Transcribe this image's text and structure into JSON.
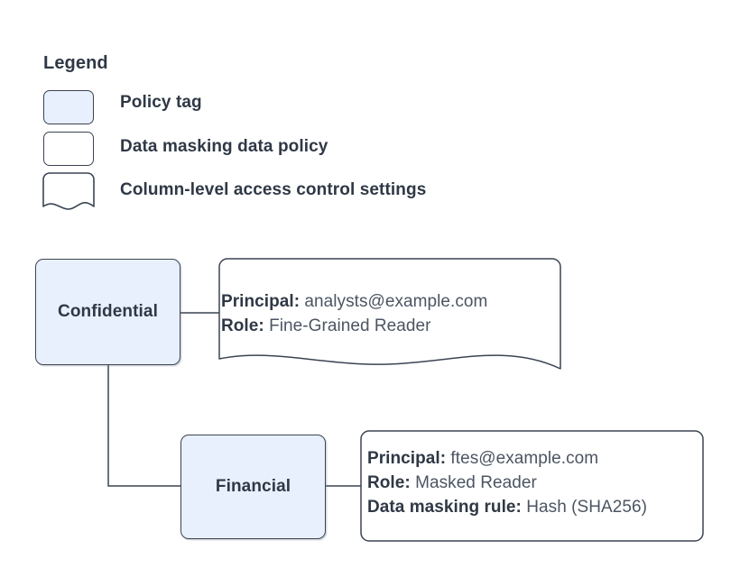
{
  "legend": {
    "title": "Legend",
    "items": [
      {
        "label": "Policy tag",
        "swatch": "filled-rounded-rect",
        "icon_name": "policy-tag-swatch"
      },
      {
        "label": "Data masking data policy",
        "swatch": "plain-rounded-rect",
        "icon_name": "data-policy-swatch"
      },
      {
        "label": "Column-level access control settings",
        "swatch": "wavy-bottom-rect",
        "icon_name": "access-control-swatch"
      }
    ]
  },
  "nodes": [
    {
      "id": "confidential",
      "label": "Confidential",
      "type": "policy-tag"
    },
    {
      "id": "financial",
      "label": "Financial",
      "type": "policy-tag"
    }
  ],
  "callouts": [
    {
      "id": "confidential-settings",
      "shape": "wavy-bottom-rect",
      "lines": [
        {
          "key": "Principal:",
          "value": "analysts@example.com"
        },
        {
          "key": "Role:",
          "value": "Fine-Grained Reader"
        }
      ]
    },
    {
      "id": "financial-policy",
      "shape": "rounded-rect",
      "lines": [
        {
          "key": "Principal:",
          "value": "ftes@example.com"
        },
        {
          "key": "Role:",
          "value": "Masked Reader"
        },
        {
          "key": "Data masking rule:",
          "value": "Hash (SHA256)"
        }
      ]
    }
  ],
  "connectors": [
    {
      "from": "confidential",
      "to": "confidential-settings",
      "style": "straight"
    },
    {
      "from": "confidential",
      "to": "financial",
      "style": "elbow"
    },
    {
      "from": "financial",
      "to": "financial-policy",
      "style": "straight"
    }
  ],
  "colors": {
    "node_fill": "#e9f0fd",
    "stroke": "#3b4452",
    "text": "#2f3845",
    "body_text": "#4c5562",
    "background": "#ffffff"
  }
}
